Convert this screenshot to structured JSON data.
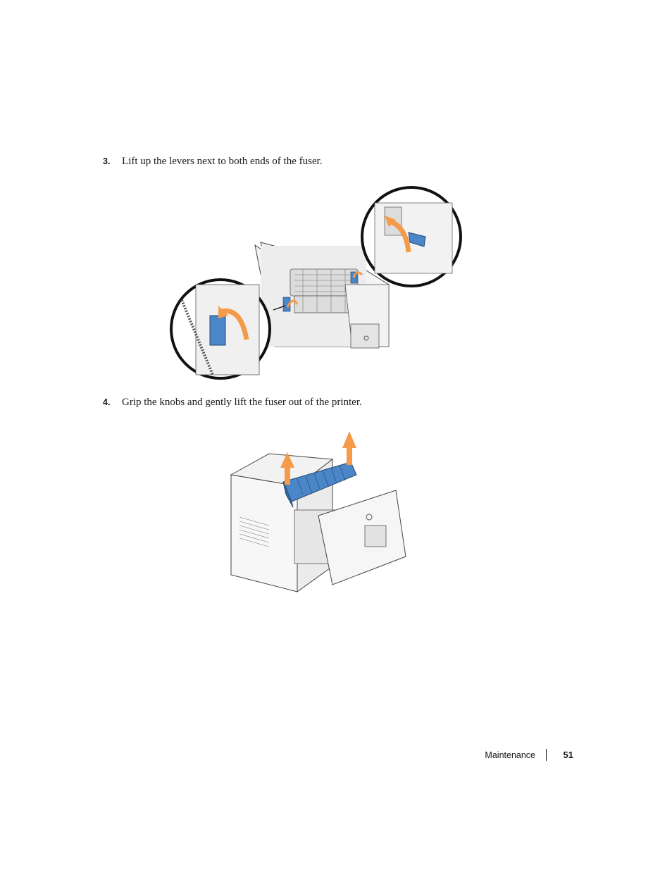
{
  "steps": [
    {
      "number": "3.",
      "text": "Lift up the levers next to both ends of the fuser."
    },
    {
      "number": "4.",
      "text": "Grip the knobs and gently lift the fuser out of the printer."
    }
  ],
  "figures": {
    "lift_levers": {
      "icon": "printer-fuser-levers-illustration"
    },
    "remove_fuser": {
      "icon": "printer-fuser-removal-illustration"
    }
  },
  "colors": {
    "lever_blue": "#4a86c8",
    "arrow_orange": "#f49a48"
  },
  "footer": {
    "section": "Maintenance",
    "page_number": "51"
  }
}
